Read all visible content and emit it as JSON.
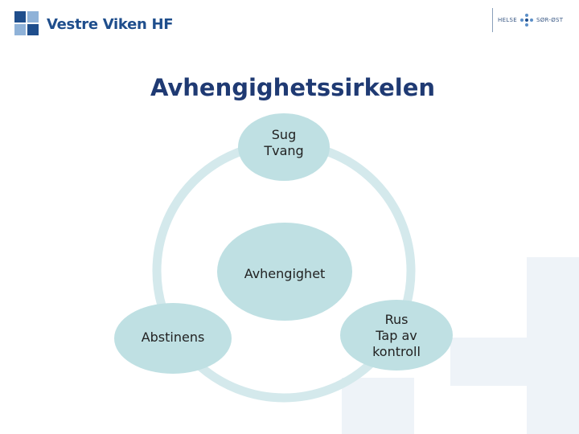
{
  "header": {
    "left_logo_name": "Vestre Viken HF",
    "right_logo_text_1": "HELSE",
    "right_logo_text_2": "SØR-ØST"
  },
  "title": "Avhengighetssirkelen",
  "diagram": {
    "center": "Avhengighet",
    "nodes": [
      {
        "line1": "Sug",
        "line2": "Tvang"
      },
      {
        "line1": "Rus",
        "line2": "Tap av",
        "line3": "kontroll"
      },
      {
        "line1": "Abstinens"
      }
    ]
  },
  "colors": {
    "ring": "#d4e9ec",
    "node_fill": "#bfe0e3",
    "title": "#1f3a73",
    "logo_blue": "#1f4e8c",
    "background_shape": "#eef3f8"
  }
}
